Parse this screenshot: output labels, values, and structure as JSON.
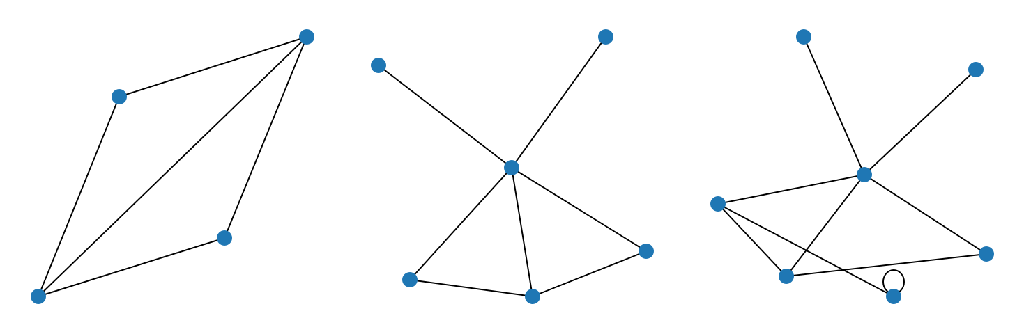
{
  "style": {
    "node_color": "#1f77b4",
    "edge_color": "#000000"
  },
  "graphs": [
    {
      "id": "graph-1",
      "nodes": [
        "n0",
        "n1",
        "n2",
        "n3"
      ],
      "edges": [
        [
          "n0",
          "n1"
        ],
        [
          "n0",
          "n2"
        ],
        [
          "n1",
          "n3"
        ],
        [
          "n2",
          "n3"
        ],
        [
          "n1",
          "n2"
        ]
      ]
    },
    {
      "id": "graph-2",
      "nodes": [
        "n0",
        "n1",
        "n2",
        "n3",
        "n4",
        "n5"
      ],
      "edges": [
        [
          "n0",
          "n1"
        ],
        [
          "n0",
          "n2"
        ],
        [
          "n0",
          "n3"
        ],
        [
          "n0",
          "n4"
        ],
        [
          "n0",
          "n5"
        ],
        [
          "n3",
          "n4"
        ],
        [
          "n4",
          "n5"
        ]
      ]
    },
    {
      "id": "graph-3",
      "nodes": [
        "n0",
        "n1",
        "n2",
        "n3",
        "n4",
        "n5",
        "n6"
      ],
      "edges": [
        [
          "n0",
          "n1"
        ],
        [
          "n0",
          "n2"
        ],
        [
          "n0",
          "n3"
        ],
        [
          "n0",
          "n4"
        ],
        [
          "n0",
          "n5"
        ],
        [
          "n3",
          "n6"
        ],
        [
          "n3",
          "n4"
        ],
        [
          "n4",
          "n5"
        ],
        [
          "n6",
          "n6"
        ]
      ]
    }
  ]
}
